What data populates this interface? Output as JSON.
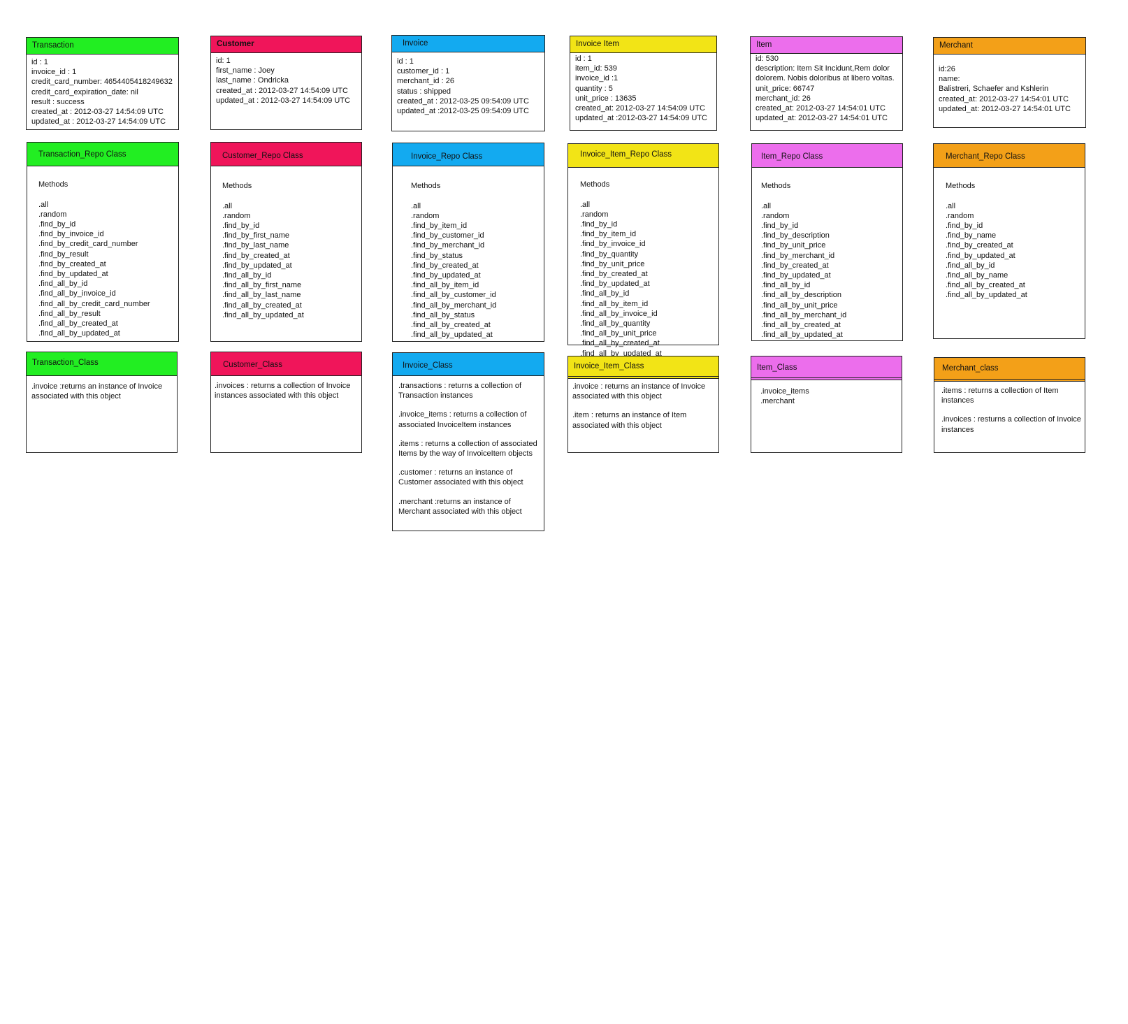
{
  "colors": {
    "transaction": "#22ee22",
    "customer": "#f0155a",
    "invoice": "#13aaf0",
    "invoice_item": "#f2e416",
    "item": "#ec6eec",
    "merchant": "#f3a018"
  },
  "models": {
    "transaction": {
      "title": "Transaction",
      "lines": [
        "id : 1",
        "invoice_id : 1",
        "credit_card_number: 4654405418249632",
        "credit_card_expiration_date: nil",
        "result : success",
        "created_at : 2012-03-27 14:54:09 UTC",
        "updated_at : 2012-03-27 14:54:09 UTC"
      ]
    },
    "customer": {
      "title": "Customer",
      "lines": [
        "id: 1",
        "first_name : Joey",
        "last_name : Ondricka",
        "created_at : 2012-03-27 14:54:09 UTC",
        "updated_at : 2012-03-27 14:54:09 UTC"
      ]
    },
    "invoice": {
      "title": "Invoice",
      "lines": [
        "id : 1",
        "customer_id : 1",
        "merchant_id : 26",
        "status : shipped",
        "created_at : 2012-03-25 09:54:09 UTC",
        "updated_at :2012-03-25 09:54:09 UTC"
      ]
    },
    "invoice_item": {
      "title": "Invoice Item",
      "lines": [
        "id : 1",
        "item_id: 539",
        "invoice_id :1",
        "quantity : 5",
        "unit_price : 13635",
        "created_at: 2012-03-27 14:54:09 UTC",
        "updated_at :2012-03-27 14:54:09 UTC"
      ]
    },
    "item": {
      "title": "Item",
      "lines": [
        "id: 530",
        "description: Item Sit Incidunt,Rem dolor",
        "dolorem. Nobis doloribus at libero voltas.",
        "unit_price: 66747",
        "merchant_id: 26",
        "created_at: 2012-03-27 14:54:01 UTC",
        "updated_at: 2012-03-27 14:54:01 UTC"
      ]
    },
    "merchant": {
      "title": "Merchant",
      "lines": [
        "id:26",
        "name:",
        "Balistreri, Schaefer and Kshlerin",
        "created_at: 2012-03-27 14:54:01 UTC",
        "updated_at: 2012-03-27 14:54:01 UTC"
      ]
    }
  },
  "repos": {
    "transaction": {
      "title": "Transaction_Repo Class",
      "methods_label": "Methods",
      "methods": [
        ".all",
        ".random",
        ".find_by_id",
        ".find_by_invoice_id",
        ".find_by_credit_card_number",
        ".find_by_result",
        ".find_by_created_at",
        ".find_by_updated_at",
        ".find_all_by_id",
        ".find_all_by_invoice_id",
        ".find_all_by_credit_card_number",
        ".find_all_by_result",
        ".find_all_by_created_at",
        ".find_all_by_updated_at"
      ]
    },
    "customer": {
      "title": "Customer_Repo Class",
      "methods_label": "Methods",
      "methods": [
        ".all",
        ".random",
        ".find_by_id",
        ".find_by_first_name",
        ".find_by_last_name",
        ".find_by_created_at",
        ".find_by_updated_at",
        ".find_all_by_id",
        ".find_all_by_first_name",
        ".find_all_by_last_name",
        ".find_all_by_created_at",
        ".find_all_by_updated_at"
      ]
    },
    "invoice": {
      "title": "Invoice_Repo Class",
      "methods_label": "Methods",
      "methods": [
        ".all",
        ".random",
        ".find_by_item_id",
        ".find_by_customer_id",
        ".find_by_merchant_id",
        ".find_by_status",
        ".find_by_created_at",
        ".find_by_updated_at",
        ".find_all_by_item_id",
        ".find_all_by_customer_id",
        ".find_all_by_merchant_id",
        ".find_all_by_status",
        ".find_all_by_created_at",
        ".find_all_by_updated_at"
      ]
    },
    "invoice_item": {
      "title": "Invoice_Item_Repo Class",
      "methods_label": "Methods",
      "methods": [
        ".all",
        ".random",
        ".find_by_id",
        ".find_by_item_id",
        ".find_by_invoice_id",
        ".find_by_quantity",
        ".find_by_unit_price",
        ".find_by_created_at",
        ".find_by_updated_at",
        ".find_all_by_id",
        ".find_all_by_item_id",
        ".find_all_by_invoice_id",
        ".find_all_by_quantity",
        ".find_all_by_unit_price",
        ".find_all_by_created_at",
        ".find_all_by_updated_at"
      ]
    },
    "item": {
      "title": "Item_Repo Class",
      "methods_label": "Methods",
      "methods": [
        ".all",
        ".random",
        ".find_by_id",
        ".find_by_description",
        ".find_by_unit_price",
        ".find_by_merchant_id",
        ".find_by_created_at",
        ".find_by_updated_at",
        ".find_all_by_id",
        ".find_all_by_description",
        ".find_all_by_unit_price",
        ".find_all_by_merchant_id",
        ".find_all_by_created_at",
        ".find_all_by_updated_at"
      ]
    },
    "merchant": {
      "title": "Merchant_Repo Class",
      "methods_label": "Methods",
      "methods": [
        ".all",
        ".random",
        ".find_by_id",
        ".find_by_name",
        ".find_by_created_at",
        ".find_by_updated_at",
        ".find_all_by_id",
        ".find_all_by_name",
        ".find_all_by_created_at",
        ".find_all_by_updated_at"
      ]
    }
  },
  "classes": {
    "transaction": {
      "title": "Transaction_Class",
      "paras": [
        ".invoice :returns an instance of Invoice associated with this object"
      ]
    },
    "customer": {
      "title": "Customer_Class",
      "paras": [
        ".invoices : returns a collection of Invoice instances associated with this object"
      ]
    },
    "invoice": {
      "title": "Invoice_Class",
      "paras": [
        ".transactions : returns a collection of Transaction instances",
        ".invoice_items : returns a collection of associated InvoiceItem instances",
        ".items : returns a collection of associated Items by the way of InvoiceItem objects",
        ".customer : returns an instance of Customer associated with this object",
        ".merchant :returns an instance of Merchant associated with this object"
      ]
    },
    "invoice_item": {
      "title": "Invoice_Item_Class",
      "paras": [
        ".invoice : returns an instance of Invoice associated with this object",
        ".item : returns an instance of Item associated with this object"
      ]
    },
    "item": {
      "title": "Item_Class",
      "lines": [
        ".invoice_items",
        ".merchant"
      ]
    },
    "merchant": {
      "title": "Merchant_class",
      "paras": [
        ".items : returns a collection of Item instances",
        ".invoices : resturns a collection of Invoice instances"
      ]
    }
  }
}
